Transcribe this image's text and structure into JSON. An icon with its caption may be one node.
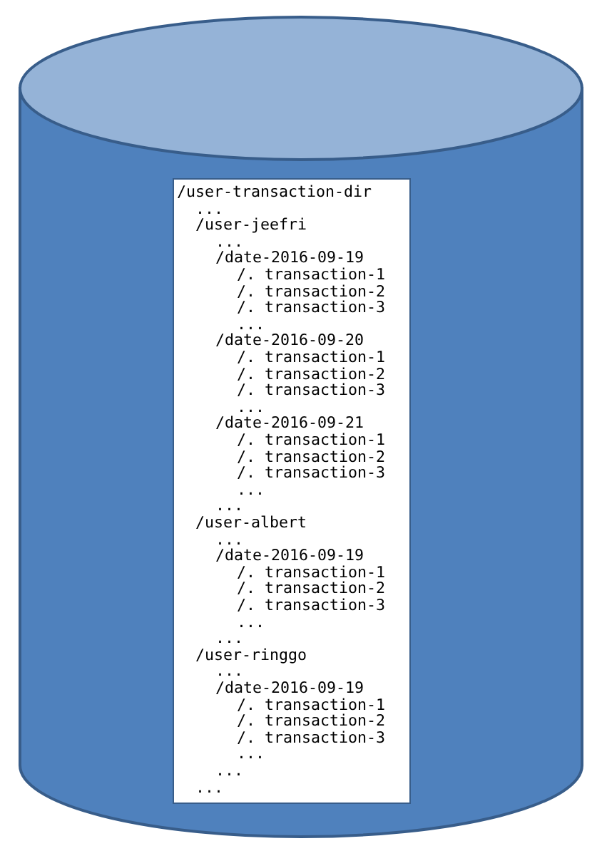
{
  "diagram": {
    "nodes": [
      {
        "text": [],
        "shape": "cylinder"
      },
      {
        "text": [
          "/user-transaction-dir",
          "...",
          "/user-jeefri",
          "...",
          "/date-2016-09-19",
          "/. transaction-1",
          "/. transaction-2",
          "/. transaction-3",
          "...",
          "/date-2016-09-20",
          "/. transaction-1",
          "/. transaction-2",
          "/. transaction-3",
          "...",
          "/date-2016-09-21",
          "/. transaction-1",
          "/. transaction-2",
          "/. transaction-3",
          "...",
          "...",
          "/user-albert",
          "...",
          "/date-2016-09-19",
          "/. transaction-1",
          "/. transaction-2",
          "/. transaction-3",
          "...",
          "...",
          "/user-ringgo",
          "...",
          "/date-2016-09-19",
          "/. transaction-1",
          "/. transaction-2",
          "/. transaction-3",
          "...",
          "...",
          "..."
        ],
        "in": 0
      }
    ]
  }
}
